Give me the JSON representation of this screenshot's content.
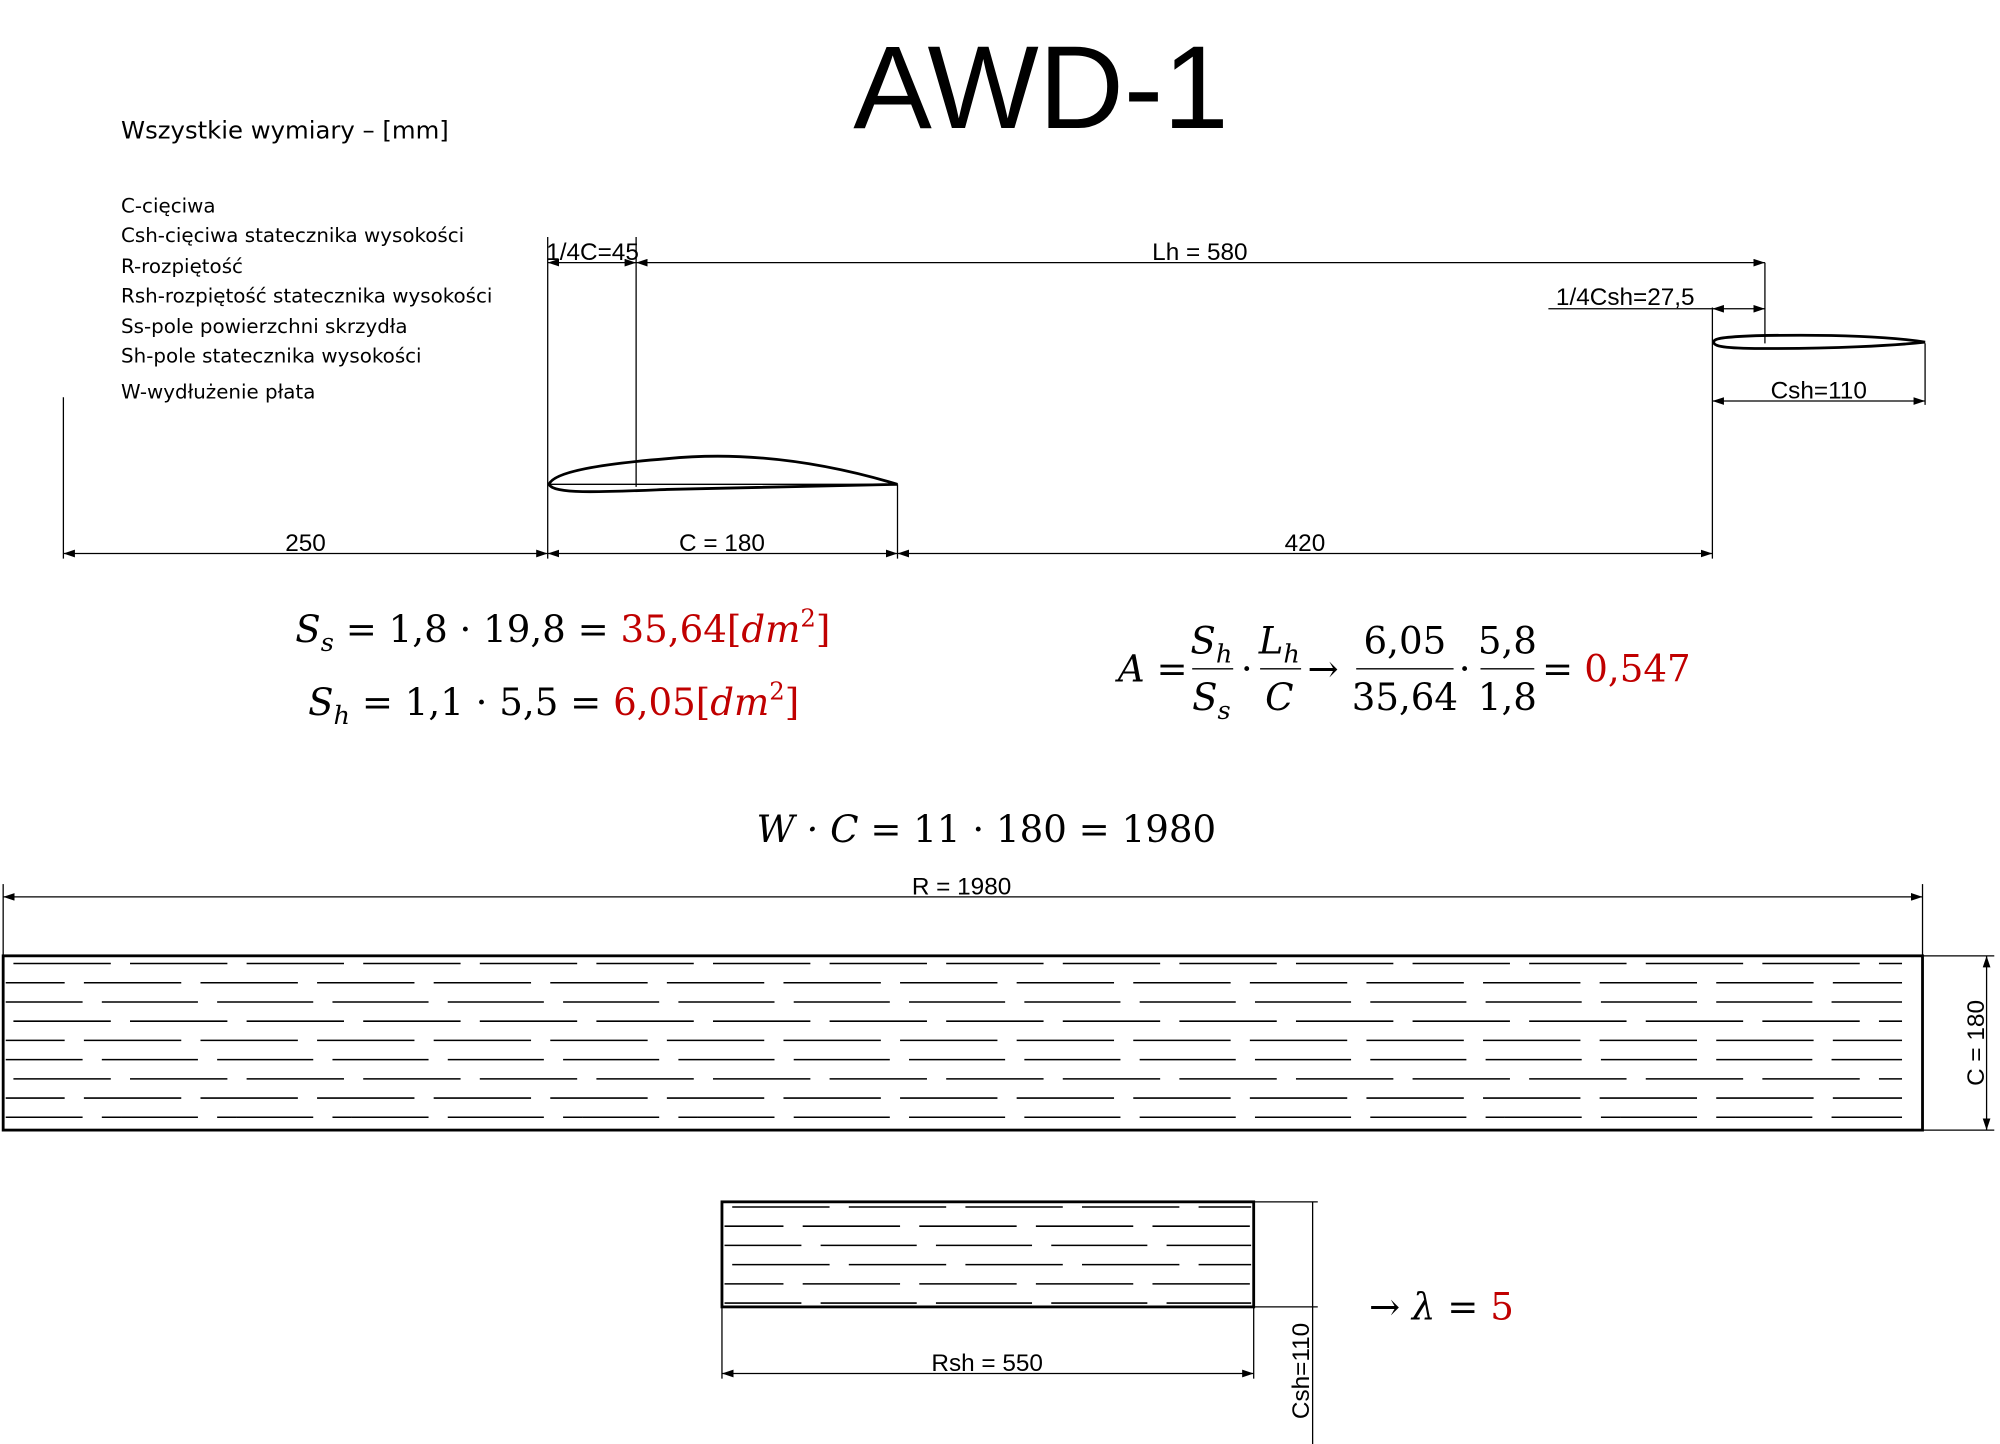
{
  "title": "AWD-1",
  "units_note": "Wszystkie wymiary – [mm]",
  "legend": [
    "C-cięciwa",
    "Csh-cięciwa statecznika wysokości",
    "R-rozpiętość",
    "Rsh-rozpiętość statecznika wysokości",
    "Ss-pole powierzchni skrzydła",
    "Sh-pole statecznika wysokości",
    "W-wydłużenie płata"
  ],
  "side_view": {
    "quarter_chord": "1/4C=45",
    "lh": "Lh = 580",
    "quarter_chord_tail": "1/4Csh=27,5",
    "tail_chord": "Csh=110",
    "offset": "250",
    "chord": "C = 180",
    "gap": "420"
  },
  "formulas": {
    "ss": {
      "S": "S",
      "sub": "s",
      "expr": " = 1,8 · 19,8 = ",
      "result": "35,64[",
      "unit": "dm",
      "sup": "2",
      "close": "]"
    },
    "sh": {
      "S": "S",
      "sub": "h",
      "expr": " = 1,1 · 5,5 = ",
      "result": "6,05[",
      "unit": "dm",
      "sup": "2",
      "close": "]"
    },
    "a": {
      "lhs": "A =",
      "f1_num": "S",
      "f1_num_sub": "h",
      "f1_den": "S",
      "f1_den_sub": "s",
      "dot": "·",
      "f2_num": "L",
      "f2_num_sub": "h",
      "f2_den": "C",
      "arrow": "→",
      "f3_num": "6,05",
      "f3_den": "35,64",
      "f4_num": "5,8",
      "f4_den": "1,8",
      "eq": "=",
      "result": "0,547"
    },
    "wc": {
      "lhs": "W · C",
      "expr": " = 11 · 180 = 1980"
    },
    "lambda": {
      "prefix": "→ ",
      "sym": "λ",
      "eq": " = ",
      "result": "5"
    }
  },
  "plan_view": {
    "span": "R = 1980",
    "chord": "C = 180",
    "tail_span": "Rsh = 550",
    "tail_chord": "Csh=110"
  },
  "colors": {
    "result": "#c00000",
    "line": "#000000"
  }
}
